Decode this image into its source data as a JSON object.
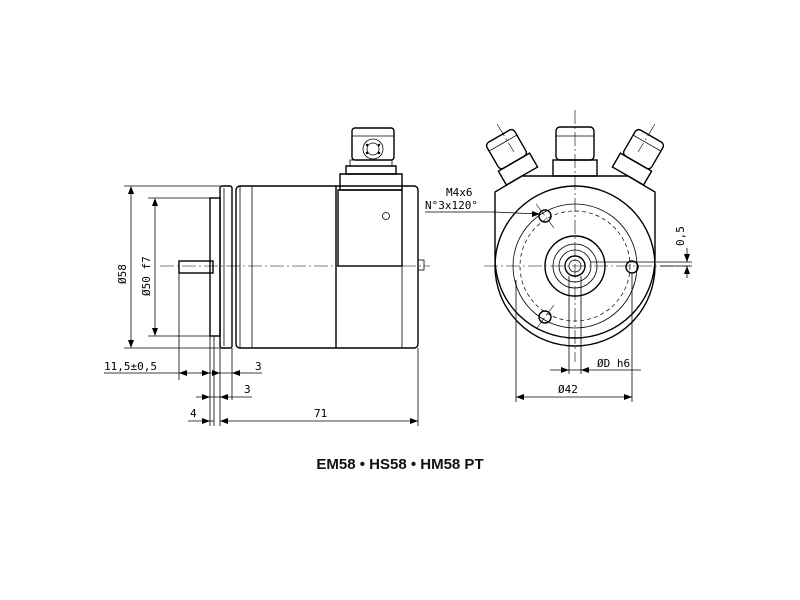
{
  "caption": "EM58 • HS58 • HM58 PT",
  "dimensions": {
    "outer_diameter": "Ø58",
    "spigot_diameter": "Ø50 f7",
    "flange_offset": "11,5±0,5",
    "flange_thickness": "3",
    "spigot_depth": "3",
    "shaft_gap": "4",
    "body_length": "71",
    "thread": "M4x6",
    "hole_pattern": "N°3x120°",
    "offset": "0,5",
    "shaft_fit": "ØD h6",
    "pitch_diameter": "Ø42"
  }
}
